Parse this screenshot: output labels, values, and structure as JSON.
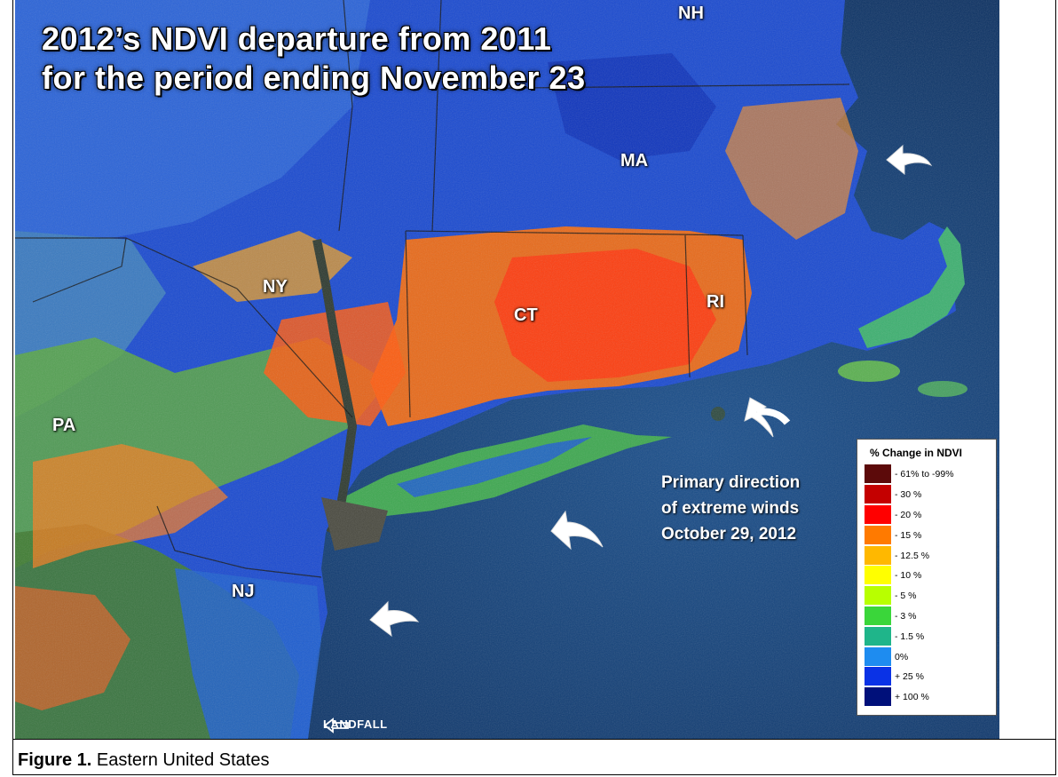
{
  "title": {
    "line1": "2012’s NDVI departure from 2011",
    "line2": "for the period ending  November 23"
  },
  "states": {
    "nh": "NH",
    "ma": "MA",
    "ny": "NY",
    "ct": "CT",
    "ri": "RI",
    "pa": "PA",
    "nj": "NJ"
  },
  "annotation": {
    "line1": "Primary direction",
    "line2": "of extreme winds",
    "line3": "October 29, 2012"
  },
  "landfall": {
    "label": "LANDFALL",
    "icon": "left-arrow-outline-icon"
  },
  "wind_arrows": {
    "icon": "curved-arrow-icon",
    "count": 4,
    "color": "#ffffff"
  },
  "legend": {
    "title": "% Change in NDVI",
    "items": [
      {
        "label": "- 61% to -99%",
        "color": "#5c0a0a"
      },
      {
        "label": "- 30 %",
        "color": "#c40000"
      },
      {
        "label": "- 20 %",
        "color": "#ff0000"
      },
      {
        "label": "- 15 %",
        "color": "#ff7a00"
      },
      {
        "label": "- 12.5 %",
        "color": "#ffb800"
      },
      {
        "label": "- 10 %",
        "color": "#ffff00"
      },
      {
        "label": "- 5 %",
        "color": "#b8ff00"
      },
      {
        "label": "- 3 %",
        "color": "#3ad63a"
      },
      {
        "label": "- 1.5 %",
        "color": "#1fb58a"
      },
      {
        "label": "0%",
        "color": "#1e8cf0"
      },
      {
        "label": "+ 25 %",
        "color": "#0a32e6"
      },
      {
        "label": "+ 100 %",
        "color": "#00107a"
      }
    ]
  },
  "caption": {
    "bold": "Figure 1.",
    "text": " Eastern United States"
  },
  "colors": {
    "ocean": "#0d3f7a",
    "land_blue": "#1846c8",
    "land_gray": "#3a3a30"
  }
}
